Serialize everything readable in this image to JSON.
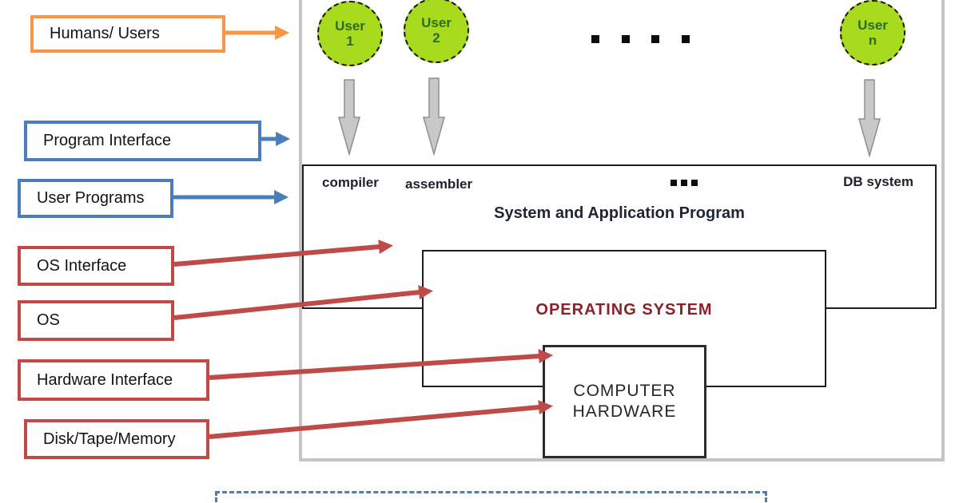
{
  "left_labels": {
    "humans_users": "Humans/ Users",
    "program_interface": "Program Interface",
    "user_programs": "User Programs",
    "os_interface": "OS Interface",
    "os": "OS",
    "hardware_interface": "Hardware Interface",
    "disk_tape_memory": "Disk/Tape/Memory"
  },
  "diagram": {
    "users": [
      {
        "line1": "User",
        "line2": "1"
      },
      {
        "line1": "User",
        "line2": "2"
      },
      {
        "line1": "User",
        "line2": "n"
      }
    ],
    "programs": {
      "compiler": "compiler",
      "assembler": "assembler",
      "db_system": "DB system",
      "title": "System and Application Program"
    },
    "os_label": "OPERATING SYSTEM",
    "hardware": {
      "line1": "COMPUTER",
      "line2": "HARDWARE"
    },
    "ellipsis": {
      "top_dot_count": 4,
      "inner_dot_count": 3
    }
  },
  "colors": {
    "callout_orange": "#F79646",
    "callout_blue": "#4A7EBB",
    "callout_red": "#BE4B48",
    "user_circle_fill": "#A8DB1E",
    "user_circle_text": "#2D6B1F",
    "os_title_text": "#8B2129",
    "boundary_gray": "#C5C5C5",
    "block_arrow_gray": "#C8C8C8",
    "dashed_footer_blue": "#4A7EBB"
  }
}
